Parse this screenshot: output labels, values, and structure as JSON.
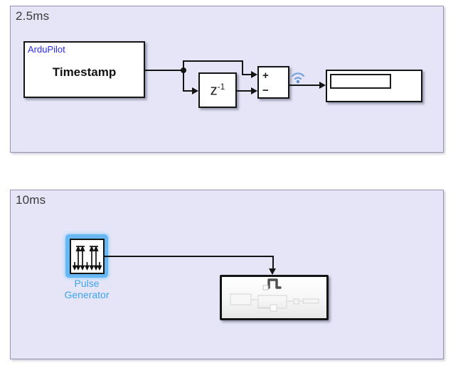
{
  "regions": {
    "top": {
      "label": "2.5ms"
    },
    "bottom": {
      "label": "10ms"
    }
  },
  "blocks": {
    "timestamp": {
      "vendor": "ArduPilot",
      "name": "Timestamp"
    },
    "unit_delay": {
      "base": "z",
      "exponent": "-1"
    },
    "sum": {
      "plus_sign": "+",
      "minus_sign": "−"
    },
    "display": {
      "value": ""
    },
    "pulse_generator": {
      "label_line1": "Pulse",
      "label_line2": "Generator"
    }
  },
  "icons": {
    "streaming_badge": "wifi-streaming-icon",
    "pulse_generator": "pulse-train-stem-icon",
    "subsystem_glyph": "pulse-waveform-icon"
  },
  "colors": {
    "region_fill": "#e5e5f7",
    "region_border": "#9595b1",
    "vendor_text_blue": "#2b2be0",
    "selection_blue": "#3da4ef",
    "selection_glow": "#67b7f3",
    "streaming_badge_blue": "#74a3da",
    "wire": "#141414",
    "region_label_text": "#3a3a3a"
  }
}
